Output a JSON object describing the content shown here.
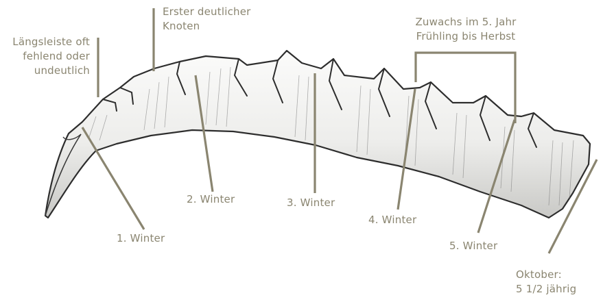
{
  "colors": {
    "label_text": "#8a8570",
    "leader_line": "#8a8570",
    "horn_fill": "#f1f1ef",
    "horn_outline": "#2d2d2d",
    "shading": "#6f6f6f"
  },
  "labels": {
    "laengsleiste": [
      "Längsleiste oft",
      "fehlend oder",
      "undeutlich"
    ],
    "erster_knoten": [
      "Erster deutlicher",
      "Knoten"
    ],
    "zuwachs": [
      "Zuwachs im 5. Jahr",
      "Frühling bis Herbst"
    ],
    "winter1": "1. Winter",
    "winter2": "2. Winter",
    "winter3": "3. Winter",
    "winter4": "4. Winter",
    "winter5": "5. Winter",
    "oktober": [
      "Oktober:",
      "5 1/2 jährig"
    ]
  }
}
